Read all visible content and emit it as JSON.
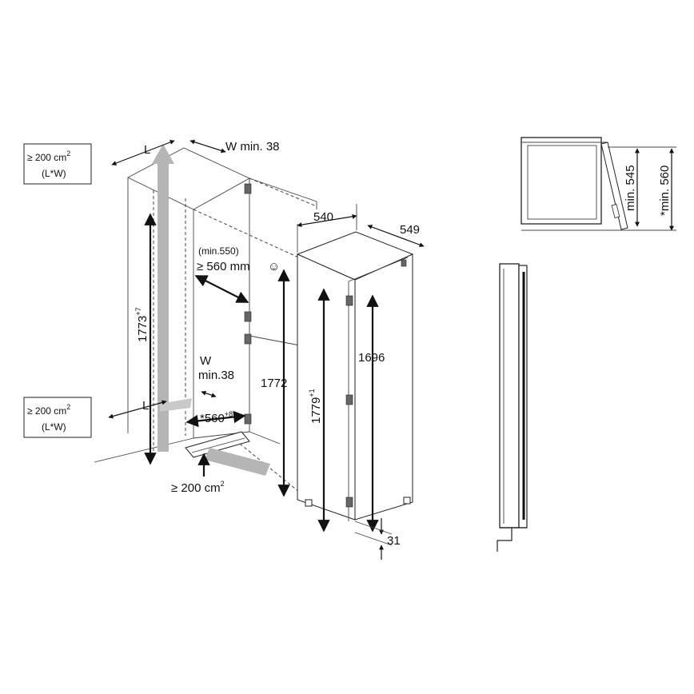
{
  "vent_top": {
    "line1": "≥ 200 cm",
    "sup": "2",
    "line2": "(L*W)"
  },
  "vent_bottom": {
    "line1": "≥ 200 cm",
    "sup": "2",
    "line2": "(L*W)"
  },
  "vent_floor": {
    "text": "≥ 200 cm",
    "sup": "2"
  },
  "labels": {
    "L_top": "L",
    "L_bottom": "L",
    "w_min_top": "W min. 38",
    "w_bottom_line1": "W",
    "w_bottom_line2": "min.38",
    "min550": "(min.550)",
    "ge560": "≥ 560 mm",
    "smiley": "☺",
    "depth_560": "*560",
    "depth_560_sup": "+8",
    "h1773": "1773",
    "h1773_sup": "+7",
    "h1772": "1772",
    "w540": "540",
    "d549": "549",
    "h1696": "1696",
    "h1779": "1779",
    "h1779_sup": "+1",
    "h31": "31",
    "min545": "min. 545",
    "min560": "*min. 560"
  },
  "colors": {
    "airflow_arrow": "#b5b5b5",
    "line": "#222222",
    "text": "#111111"
  }
}
